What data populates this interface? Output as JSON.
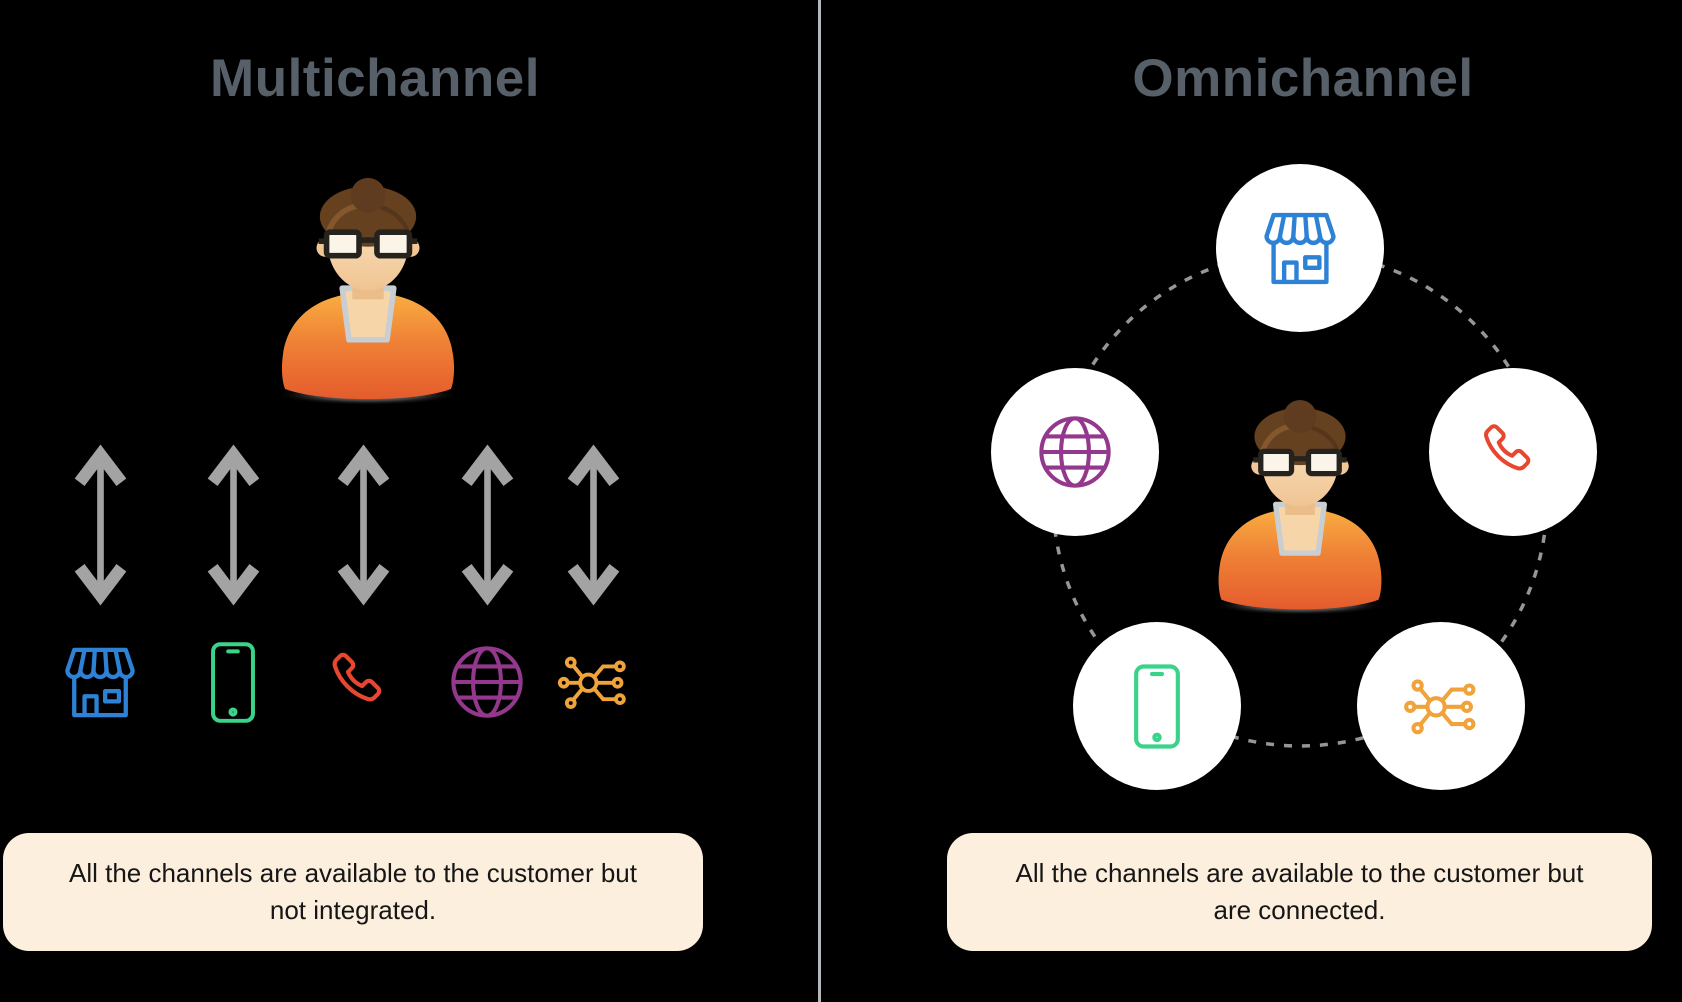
{
  "canvas": {
    "background": "#000000",
    "divider_color": "#b5b8bb"
  },
  "left_panel": {
    "title": "Multichannel",
    "title_color": "#576069",
    "arrow_color": "#a3a3a3",
    "person": "female customer avatar",
    "channels": [
      {
        "name": "retail store",
        "color": "#2e82d6"
      },
      {
        "name": "mobile app",
        "color": "#3bd389"
      },
      {
        "name": "phone",
        "color": "#e7472e"
      },
      {
        "name": "website",
        "color": "#93388c"
      },
      {
        "name": "social network",
        "color": "#f0a33b"
      }
    ],
    "caption": {
      "text_line1": "All the channels are available to the customer but",
      "text_line2": "not integrated.",
      "background": "#fcefdd",
      "text_color": "#161616"
    }
  },
  "right_panel": {
    "title": "Omnichannel",
    "title_color": "#576069",
    "ring_color": "#969696",
    "person": "female customer avatar",
    "channels": [
      {
        "name": "retail store",
        "color": "#2e82d6"
      },
      {
        "name": "website",
        "color": "#93388c"
      },
      {
        "name": "phone",
        "color": "#e7472e"
      },
      {
        "name": "mobile app",
        "color": "#3bd389"
      },
      {
        "name": "social network",
        "color": "#f0a33b"
      }
    ],
    "caption": {
      "text_line1": "All the channels are available to the customer but",
      "text_line2": "are connected.",
      "background": "#fcefdd",
      "text_color": "#161616"
    }
  }
}
